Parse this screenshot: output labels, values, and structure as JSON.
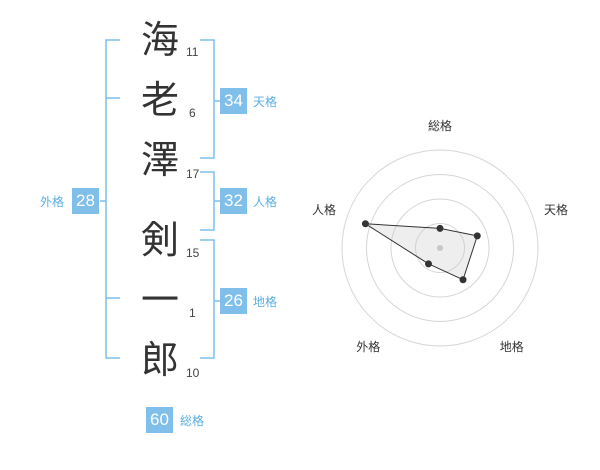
{
  "accent_color": "#7fbfea",
  "label_color": "#5aaee3",
  "name": {
    "characters": [
      {
        "char": "海",
        "strokes": "11"
      },
      {
        "char": "老",
        "strokes": "6"
      },
      {
        "char": "澤",
        "strokes": "17"
      },
      {
        "char": "剣",
        "strokes": "15"
      },
      {
        "char": "一",
        "strokes": "1"
      },
      {
        "char": "郎",
        "strokes": "10"
      }
    ]
  },
  "fortunes": {
    "tenkaku": {
      "value": "34",
      "label": "天格"
    },
    "jinkaku": {
      "value": "32",
      "label": "人格"
    },
    "chikaku": {
      "value": "26",
      "label": "地格"
    },
    "gaikaku": {
      "value": "28",
      "label": "外格"
    },
    "soukaku": {
      "value": "60",
      "label": "総格"
    }
  },
  "chart_data": {
    "type": "radar",
    "axes": [
      "総格",
      "天格",
      "地格",
      "外格",
      "人格"
    ],
    "values": [
      0.2,
      0.4,
      0.4,
      0.2,
      0.8
    ],
    "rings": 4,
    "range": [
      0,
      1
    ]
  }
}
